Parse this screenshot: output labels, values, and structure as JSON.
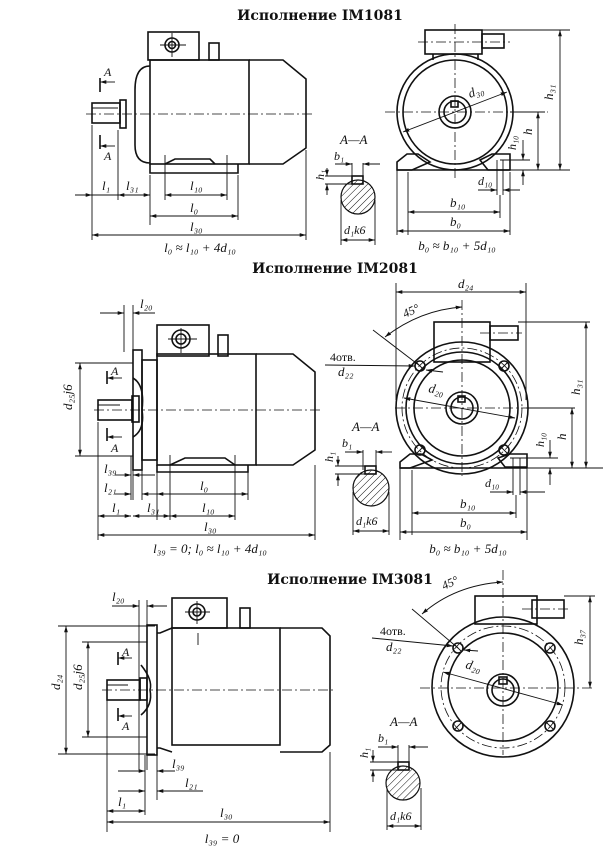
{
  "colors": {
    "ink": "#111111",
    "paper": "#ffffff"
  },
  "sections": [
    {
      "title": "Исполнение IM1081",
      "side_labels": {
        "section_mark": "A",
        "l1": "l₁",
        "l31": "l₃₁",
        "l10": "l₁₀",
        "l0": "l₀",
        "l30": "l₃₀",
        "formula": "l₀ ≈ l₁₀ + 4d₁₀"
      },
      "section_view": {
        "title": "A—A",
        "b1": "b₁",
        "h1": "h₁",
        "d1": "d₁k6"
      },
      "front_labels": {
        "d30": "d₃₀",
        "h31": "h₃₁",
        "h": "h",
        "h10": "h₁₀",
        "d10": "d₁₀",
        "b10": "b₁₀",
        "b0": "b₀",
        "formula": "b₀ ≈ b₁₀ + 5d₁₀"
      }
    },
    {
      "title": "Исполнение IM2081",
      "side_labels": {
        "section_mark": "A",
        "l20": "l₂₀",
        "d25": "d₂₅j6",
        "l39": "l₃₉",
        "l21": "l₂₁",
        "l1": "l₁",
        "l31": "l₃₁",
        "l0": "l₀",
        "l10": "l₁₀",
        "l30": "l₃₀",
        "formula": "l₃₉ = 0; l₀ ≈ l₁₀ + 4d₁₀"
      },
      "section_view": {
        "title": "A—A",
        "b1": "b₁",
        "h1": "h₁",
        "d1": "d₁k6"
      },
      "front_labels": {
        "d24": "d₂₄",
        "angle": "45°",
        "holes": "4отв.",
        "d22": "d₂₂",
        "d20": "d₂₀",
        "h31": "h₃₁",
        "h": "h",
        "h10": "h₁₀",
        "d10": "d₁₀",
        "b10": "b₁₀",
        "b0": "b₀",
        "formula": "b₀ ≈ b₁₀ + 5d₁₀"
      }
    },
    {
      "title": "Исполнение IM3081",
      "side_labels": {
        "section_mark": "A",
        "l20": "l₂₀",
        "d24": "d₂₄",
        "d25": "d₂₅j6",
        "l39": "l₃₉",
        "l21": "l₂₁",
        "l1": "l₁",
        "l30": "l₃₀",
        "formula": "l₃₉ = 0"
      },
      "section_view": {
        "title": "A—A",
        "b1": "b₁",
        "h1": "h₁",
        "d1": "d₁k6"
      },
      "front_labels": {
        "angle": "45°",
        "holes": "4отв.",
        "d22": "d₂₂",
        "d20": "d₂₀",
        "h37": "h₃₇"
      }
    }
  ]
}
